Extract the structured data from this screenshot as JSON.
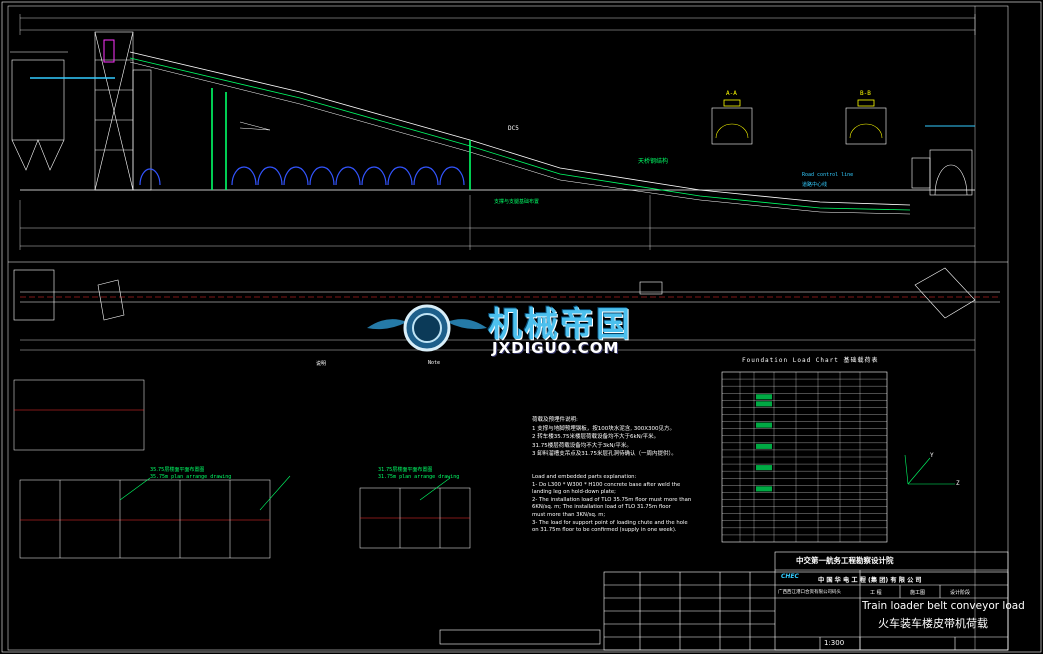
{
  "drawing": {
    "watermark_cn": "机械帝国",
    "watermark_en": "JXDIGUO.COM",
    "foundation_chart_title": "Foundation Load Chart 基础载荷表",
    "note_cn_heading": "说明",
    "note_en_heading": "Note",
    "embedded_heading_cn": "荷载及预埋件说明:",
    "embedded_cn_1": "1  支撑与地脚预埋钢板，按100块水泥含, 300X300见方。",
    "embedded_cn_2": "2  转车楼35.75米楼层荷载设备均不大于6kN/平米。",
    "embedded_cn_3": "   31.75楼层荷载设备均不大于3kN/平米。",
    "embedded_cn_4": "3  卸料溜槽支吊点及31.75米层孔洞待确认（一周内提供）。",
    "embedded_en_heading": "Load and embedded parts explanation:",
    "embedded_en_1": "1- Do L300 * W300 * H100 concrete base after weld the",
    "embedded_en_1b": "   landing leg on hold-down plate;",
    "embedded_en_2": "2- The installation load of TLO 35.75m floor must more than",
    "embedded_en_2b": "   6KN/sq. m; The installation load of TLO 31.75m floor",
    "embedded_en_2c": "   must more than 3KN/sq. m;",
    "embedded_en_3": "3- The load for support point of loading chute and the hole",
    "embedded_en_3b": "   on 31.75m floor to be confirmed (supply in one week).",
    "section_a": "A-A",
    "section_b": "B-B",
    "label_tianqiao": "天桥钢结构",
    "label_zhicheng": "支撑与支腿基础布置",
    "label_road": "Road control line",
    "label_road_cn": "道路中心线",
    "plan_label_1": "35.75层楼面平面布置图",
    "plan_label_1_en": "35.75m plan arrange drawing",
    "plan_label_2": "31.75层楼面平面布置图",
    "plan_label_2_en": "31.75m plan arrange drawing",
    "axis_y": "Y",
    "axis_z": "Z",
    "label_dc": "DC5"
  },
  "title_block": {
    "institute": "中交第一航务工程勘察设计院",
    "company": "中 国 华 电 工 程 (集 团)  有 限 公 司",
    "company_en_logo": "CHEC",
    "project": "广西西江港口合资有限公司码头",
    "drawing_title_en": "Train loader belt conveyor load",
    "drawing_title_cn": "火车装车楼皮带机荷载",
    "scale": "1:300",
    "stage_1": "工 程",
    "stage_2": "施工图",
    "stage_3": "设计阶段"
  },
  "colors": {
    "line": "#ffffff",
    "structure": "#00ff66",
    "accent_magenta": "#ff33ff",
    "accent_red": "#ff3030",
    "accent_cyan": "#33ccff",
    "accent_blue": "#3355ff",
    "accent_yellow": "#ffff00"
  }
}
